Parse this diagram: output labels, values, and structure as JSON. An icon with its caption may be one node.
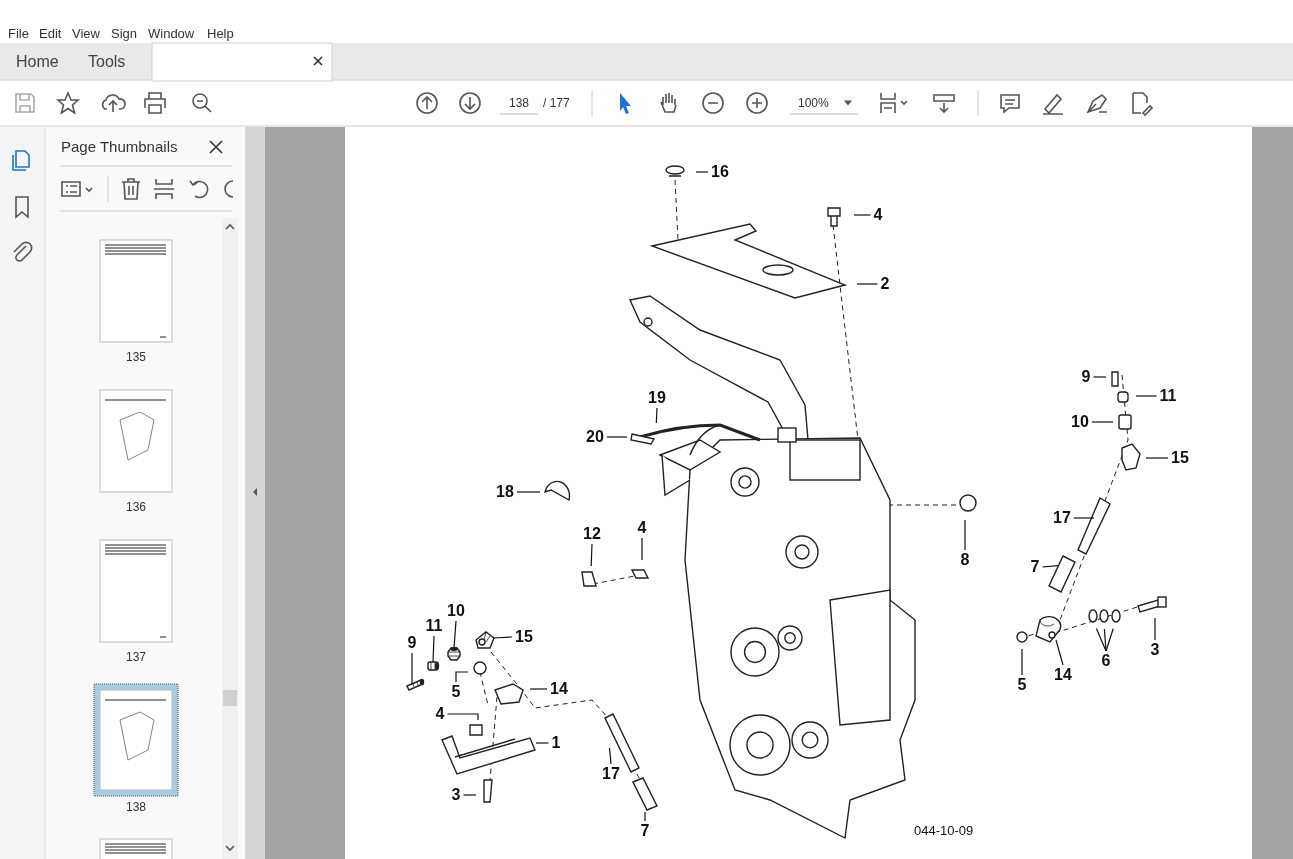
{
  "diagram": {
    "nodes": [
      {
        "text": [
          "16"
        ]
      },
      {
        "text": [
          "4"
        ]
      },
      {
        "text": [
          "2"
        ]
      },
      {
        "text": [
          "9"
        ]
      },
      {
        "text": [
          "11"
        ]
      },
      {
        "text": [
          "19"
        ]
      },
      {
        "text": [
          "10"
        ]
      },
      {
        "text": [
          "20"
        ]
      },
      {
        "text": [
          "15"
        ]
      },
      {
        "text": [
          "18"
        ]
      },
      {
        "text": [
          "17"
        ]
      },
      {
        "text": [
          "8"
        ]
      },
      {
        "text": [
          "12"
        ]
      },
      {
        "text": [
          "4"
        ]
      },
      {
        "text": [
          "7"
        ]
      },
      {
        "text": [
          "10"
        ]
      },
      {
        "text": [
          "15"
        ]
      },
      {
        "text": [
          "11"
        ]
      },
      {
        "text": [
          "9"
        ]
      },
      {
        "text": [
          "5"
        ]
      },
      {
        "text": [
          "14"
        ]
      },
      {
        "text": [
          "4"
        ]
      },
      {
        "text": [
          "1"
        ]
      },
      {
        "text": [
          "5"
        ]
      },
      {
        "text": [
          "14"
        ]
      },
      {
        "text": [
          "6"
        ]
      },
      {
        "text": [
          "3"
        ]
      },
      {
        "text": [
          "17"
        ]
      },
      {
        "text": [
          "3"
        ]
      },
      {
        "text": [
          "7"
        ]
      },
      {
        "text": [],
        "shape": "picture"
      },
      {
        "text": [],
        "shape": "picture"
      },
      {
        "text": [],
        "shape": "picture"
      },
      {
        "text": [],
        "shape": "picture"
      },
      {
        "text": [],
        "shape": "picture"
      }
    ],
    "edges": [
      {
        "from": 0,
        "to": null,
        "arrow": "none"
      },
      {
        "from": 1,
        "to": null,
        "arrow": "none"
      },
      {
        "from": 2,
        "to": null,
        "arrow": "none"
      },
      {
        "from": 3,
        "to": null,
        "arrow": "none"
      },
      {
        "from": 4,
        "to": null,
        "arrow": "none"
      },
      {
        "from": 5,
        "to": null,
        "arrow": "none"
      },
      {
        "from": 6,
        "to": null,
        "arrow": "none"
      },
      {
        "from": 7,
        "to": null,
        "arrow": "none"
      },
      {
        "from": 8,
        "to": null,
        "arrow": "none"
      },
      {
        "from": 9,
        "to": null,
        "arrow": "none"
      },
      {
        "from": 10,
        "to": null,
        "arrow": "none"
      },
      {
        "from": 11,
        "to": null,
        "arrow": "none"
      },
      {
        "from": 12,
        "to": null,
        "arrow": "none"
      },
      {
        "from": 13,
        "to": null,
        "arrow": "none"
      },
      {
        "from": 14,
        "to": null,
        "arrow": "none"
      },
      {
        "from": 15,
        "to": 32,
        "arrow": "none"
      },
      {
        "from": 16,
        "to": 33,
        "arrow": "none"
      },
      {
        "from": 17,
        "to": 31,
        "arrow": "none"
      },
      {
        "from": 18,
        "to": 30,
        "arrow": "none"
      },
      {
        "from": 19,
        "to": null,
        "arrow": "none"
      },
      {
        "from": 20,
        "to": null,
        "arrow": "none"
      },
      {
        "from": 21,
        "to": null,
        "arrow": "none"
      },
      {
        "from": 22,
        "to": null,
        "arrow": "none"
      },
      {
        "from": 23,
        "to": null,
        "arrow": "none"
      },
      {
        "from": 24,
        "to": 34,
        "arrow": "none"
      },
      {
        "from": 25,
        "to": null,
        "arrow": "none"
      },
      {
        "from": 25,
        "to": null,
        "arrow": "none"
      },
      {
        "from": 25,
        "to": null,
        "arrow": "none"
      },
      {
        "from": 26,
        "to": null,
        "arrow": "none"
      },
      {
        "from": 27,
        "to": null,
        "arrow": "none"
      },
      {
        "from": 28,
        "to": null,
        "arrow": "none"
      },
      {
        "from": 29,
        "to": null,
        "arrow": "none"
      }
    ],
    "labels": [
      "File",
      "Edit",
      "View",
      "Sign",
      "Window",
      "Help",
      "Home",
      "Tools",
      "138",
      "/ 177",
      "100%",
      "Page Thumbnails",
      "135",
      "136",
      "137",
      "138",
      "044-10-09"
    ]
  }
}
